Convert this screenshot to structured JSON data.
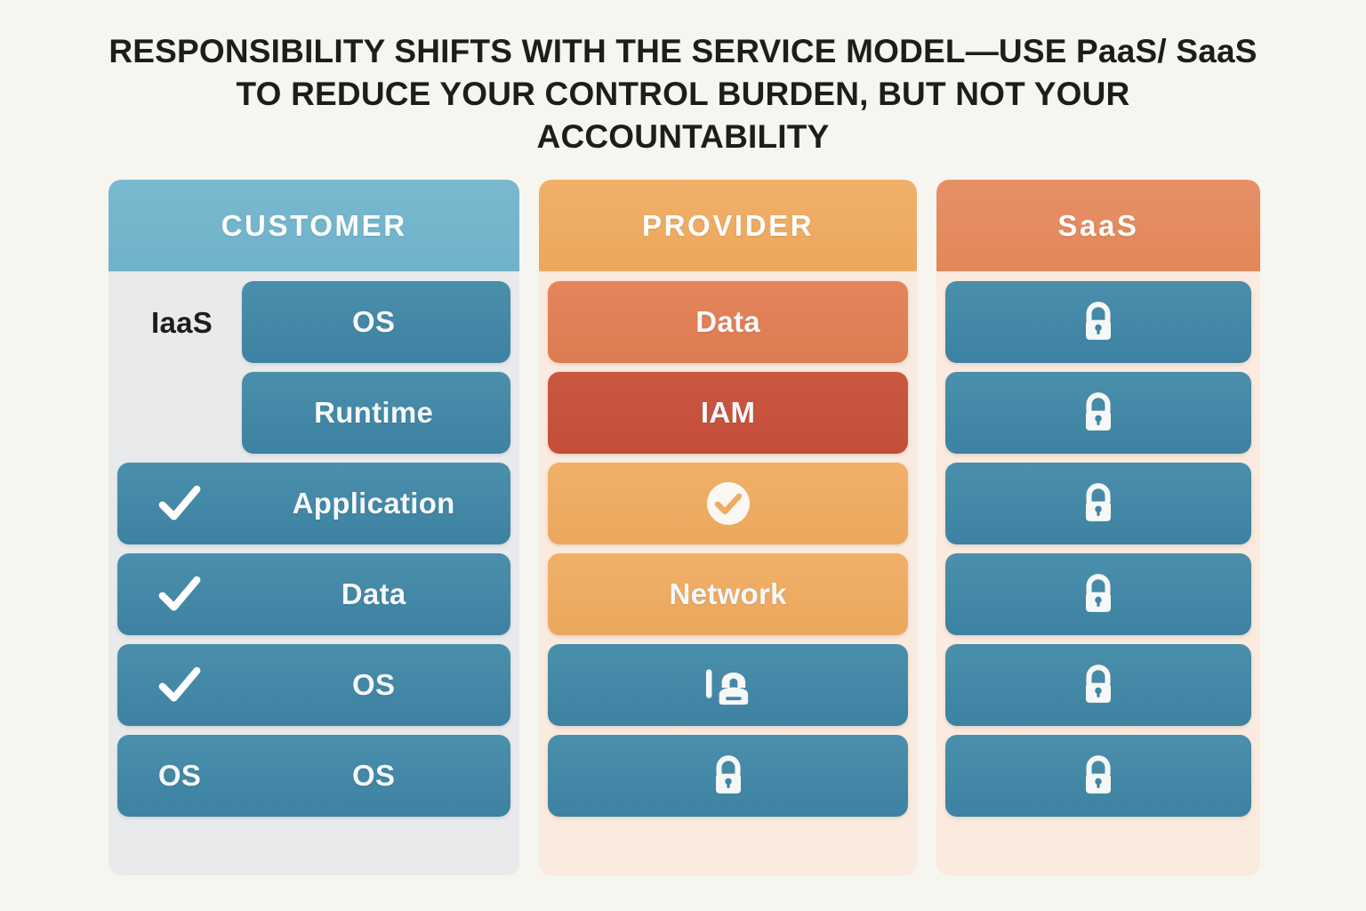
{
  "title": "RESPONSIBILITY SHIFTS WITH THE SERVICE MODEL—USE PaaS/ SaaS TO REDUCE YOUR CONTROL BURDEN, BUT NOT YOUR ACCOUNTABILITY",
  "colors": {
    "page_background": "#f7f5ef",
    "header_customer": "#74b5cc",
    "header_provider": "#eeab64",
    "header_saas": "#e48b5f",
    "pill_blue": "#3f87a6",
    "pill_salmon": "#e0805a",
    "pill_red": "#c9543f",
    "pill_amber": "#eeab64",
    "panel_customer": "#e8eaec",
    "panel_provider": "#fbeade",
    "panel_saas": "#fbeade",
    "title_text": "#1d1d1d",
    "pill_text": "#f4f8fa"
  },
  "columns": [
    {
      "key": "customer",
      "header": "CUSTOMER",
      "rows": [
        {
          "tag": "IaaS",
          "left_icon": "",
          "label": "OS",
          "style": "blue",
          "width": "indent"
        },
        {
          "tag": "",
          "left_icon": "",
          "label": "Runtime",
          "style": "blue",
          "width": "indent"
        },
        {
          "tag": "",
          "left_icon": "check-icon",
          "label": "Application",
          "style": "blue",
          "width": "full"
        },
        {
          "tag": "",
          "left_icon": "check-icon",
          "label": "Data",
          "style": "blue",
          "width": "full"
        },
        {
          "tag": "",
          "left_icon": "check-icon",
          "label": "OS",
          "style": "blue",
          "width": "full"
        },
        {
          "tag": "",
          "left_icon": "",
          "left_label": "OS",
          "label": "OS",
          "style": "blue",
          "width": "full"
        }
      ]
    },
    {
      "key": "provider",
      "header": "PROVIDER",
      "rows": [
        {
          "label": "Data",
          "icon": "",
          "style": "salmon"
        },
        {
          "label": "IAM",
          "icon": "",
          "style": "red"
        },
        {
          "label": "",
          "icon": "check-badge-icon",
          "style": "amber"
        },
        {
          "label": "Network",
          "icon": "",
          "style": "amber"
        },
        {
          "label": "",
          "icon": "person-lock-icon",
          "style": "blue"
        },
        {
          "label": "",
          "icon": "lock-icon",
          "style": "blue"
        }
      ]
    },
    {
      "key": "saas",
      "header": "SaaS",
      "rows": [
        {
          "label": "",
          "icon": "lock-icon",
          "style": "blue"
        },
        {
          "label": "",
          "icon": "lock-icon",
          "style": "blue"
        },
        {
          "label": "",
          "icon": "lock-icon",
          "style": "blue"
        },
        {
          "label": "",
          "icon": "lock-icon",
          "style": "blue"
        },
        {
          "label": "",
          "icon": "lock-icon",
          "style": "blue"
        },
        {
          "label": "",
          "icon": "lock-icon",
          "style": "blue"
        }
      ]
    }
  ]
}
